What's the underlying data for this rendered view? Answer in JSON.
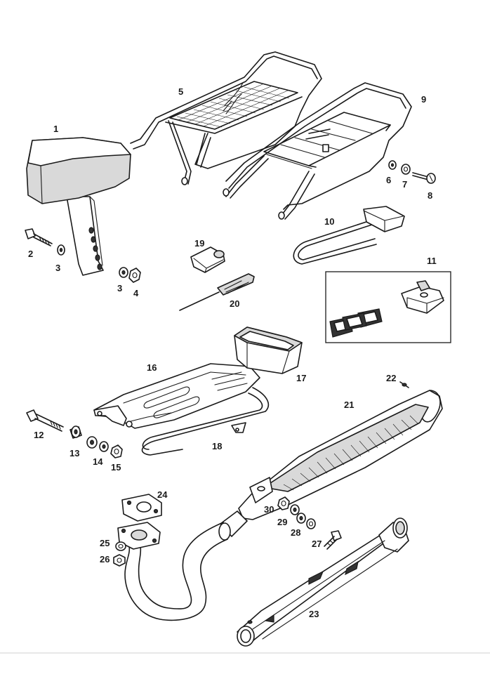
{
  "labels": {
    "p1": "1",
    "p2": "2",
    "p3a": "3",
    "p3b": "3",
    "p4": "4",
    "p5": "5",
    "p6": "6",
    "p7": "7",
    "p8": "8",
    "p9": "9",
    "p10": "10",
    "p11": "11",
    "p12": "12",
    "p13": "13",
    "p14": "14",
    "p15": "15",
    "p16": "16",
    "p17": "17",
    "p18": "18",
    "p19": "19",
    "p20": "20",
    "p21": "21",
    "p22": "22",
    "p23": "23",
    "p24": "24",
    "p25": "25",
    "p26": "26",
    "p27": "27",
    "p28": "28",
    "p29": "29",
    "p30": "30"
  },
  "colors": {
    "line": "#1a1a1a",
    "background": "#ffffff"
  }
}
